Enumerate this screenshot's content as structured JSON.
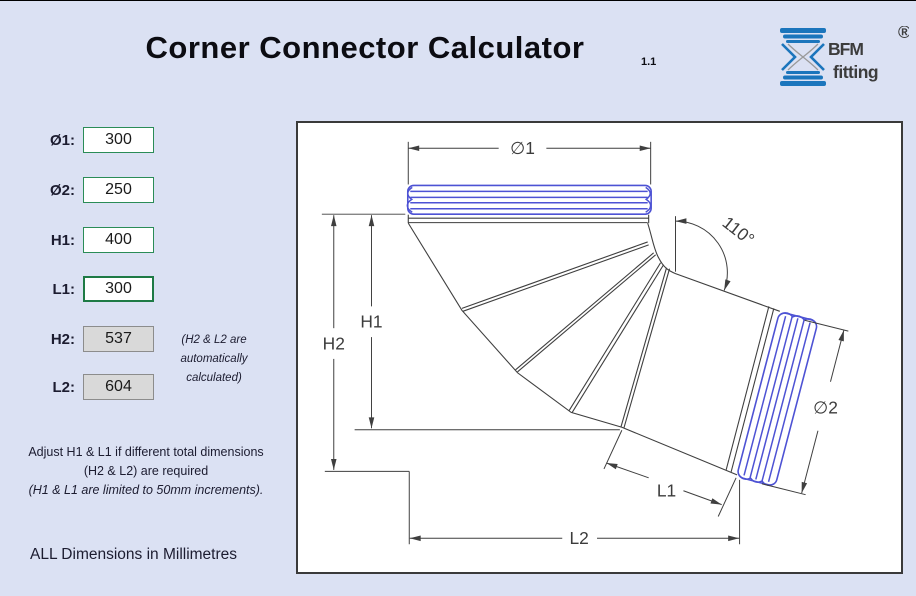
{
  "theme": {
    "bg": "#dbe1f3",
    "panel-border": "#3a3a3a",
    "line": "#3f3f3f",
    "accent": "#4d52d4",
    "green": "#2a8c57",
    "green-dark": "#1e7a45",
    "gray-fill": "#d9d9d9",
    "gray-border": "#8c8c8c",
    "text-dark": "#1c1c30",
    "logo-blue": "#1b75bc",
    "logo-dark": "#3d3d3d"
  },
  "header": {
    "title": "Corner Connector Calculator",
    "version": "1.1"
  },
  "logo": {
    "brand": "BFM",
    "registered": "®",
    "sub": "fitting"
  },
  "inputs": [
    {
      "label": "Ø1:",
      "value": "300",
      "type": "input"
    },
    {
      "label": "Ø2:",
      "value": "250",
      "type": "input"
    },
    {
      "label": "H1:",
      "value": "400",
      "type": "input"
    },
    {
      "label": "L1:",
      "value": "300",
      "type": "input-selected"
    },
    {
      "label": "H2:",
      "value": "537",
      "type": "calculated"
    },
    {
      "label": "L2:",
      "value": "604",
      "type": "calculated"
    }
  ],
  "notes": {
    "calc_note": [
      "(H2 & L2 are",
      "automatically",
      "calculated)"
    ],
    "adjust_line1": "Adjust H1 & L1 if different total dimensions",
    "adjust_line2": "(H2 & L2) are required",
    "adjust_line3": "(H1 & L1 are limited to 50mm increments).",
    "footer": "ALL Dimensions in Millimetres"
  },
  "diagram": {
    "labels": {
      "d1": "∅1",
      "d2": "∅2",
      "h1": "H1",
      "h2": "H2",
      "l1": "L1",
      "l2": "L2",
      "angle": "110°"
    }
  }
}
